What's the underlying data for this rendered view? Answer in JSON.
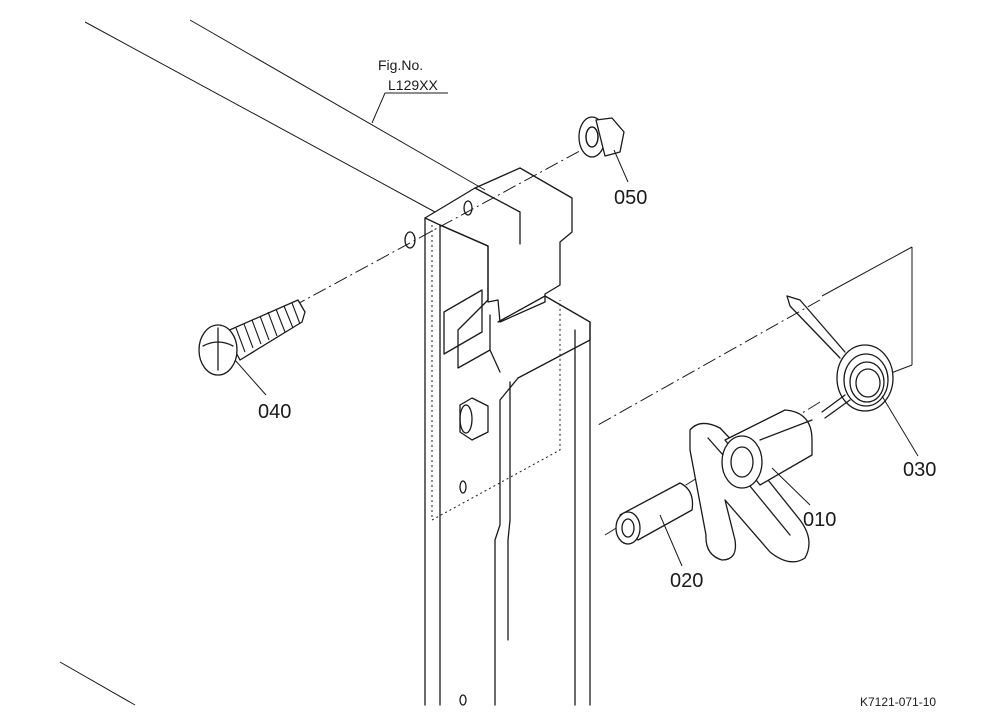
{
  "figure_ref": {
    "line1": "Fig.No.",
    "line2": "L129XX"
  },
  "callouts": {
    "p010": "010",
    "p020": "020",
    "p030": "030",
    "p040": "040",
    "p050": "050"
  },
  "drawing_code": "K7121-071-10"
}
